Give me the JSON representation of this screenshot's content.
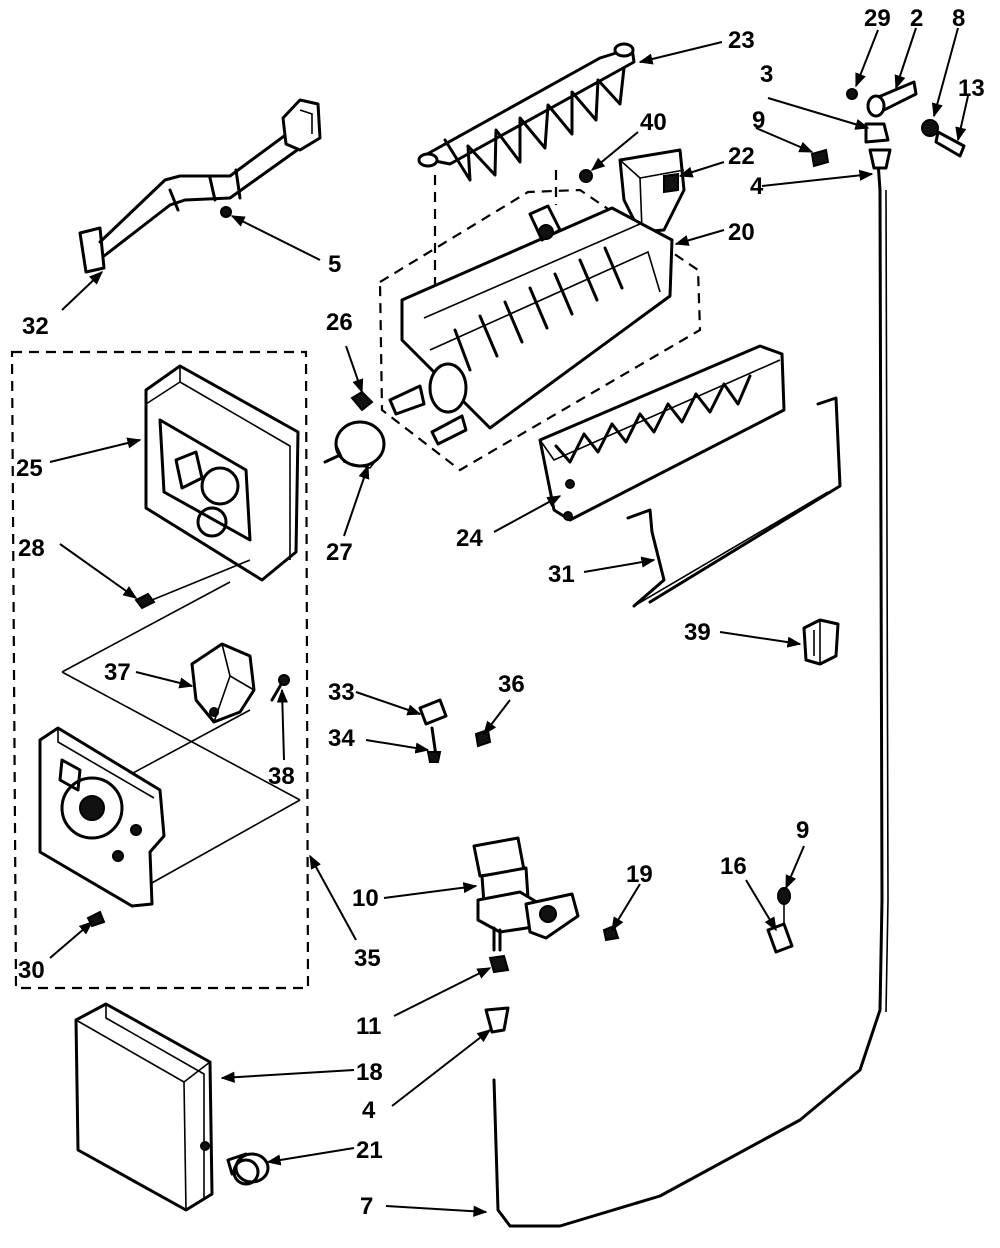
{
  "callouts": {
    "c29": "29",
    "c2": "2",
    "c8": "8",
    "c13": "13",
    "c23": "23",
    "c3": "3",
    "c40": "40",
    "c9a": "9",
    "c22": "22",
    "c4a": "4",
    "c20": "20",
    "c5": "5",
    "c32": "32",
    "c26": "26",
    "c25": "25",
    "c28": "28",
    "c27": "27",
    "c24": "24",
    "c31": "31",
    "c39": "39",
    "c37": "37",
    "c33": "33",
    "c36": "36",
    "c34": "34",
    "c38": "38",
    "c9b": "9",
    "c16": "16",
    "c19": "19",
    "c10": "10",
    "c35": "35",
    "c30": "30",
    "c11": "11",
    "c18": "18",
    "c4b": "4",
    "c21": "21",
    "c7": "7"
  }
}
